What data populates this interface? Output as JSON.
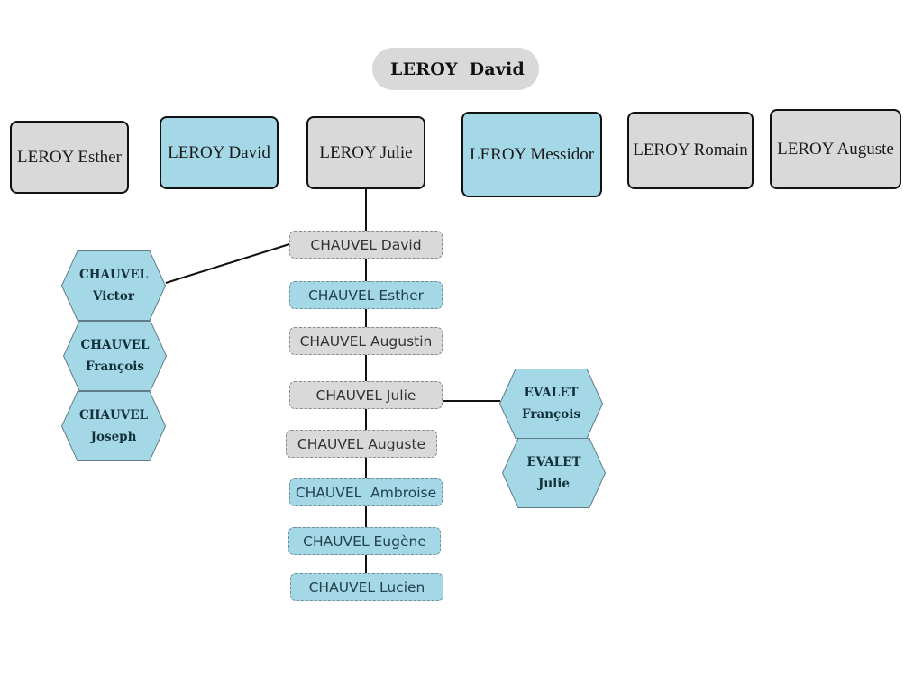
{
  "title": "LEROY  David",
  "colors": {
    "grey_fill": "#d9d9d9",
    "blue_fill": "#a5d8e7",
    "line": "#111111"
  },
  "parents": [
    {
      "label": "LEROY Esther",
      "color": "grey"
    },
    {
      "label": "LEROY David",
      "color": "blue"
    },
    {
      "label": "LEROY Julie",
      "color": "grey"
    },
    {
      "label": "LEROY Messidor",
      "color": "blue"
    },
    {
      "label": "LEROY Romain",
      "color": "grey"
    },
    {
      "label": "LEROY Auguste",
      "color": "grey"
    }
  ],
  "children": [
    {
      "label": "CHAUVEL David",
      "color": "grey"
    },
    {
      "label": "CHAUVEL Esther",
      "color": "blue"
    },
    {
      "label": "CHAUVEL Augustin",
      "color": "grey"
    },
    {
      "label": "CHAUVEL Julie",
      "color": "grey"
    },
    {
      "label": "CHAUVEL Auguste",
      "color": "grey"
    },
    {
      "label": "CHAUVEL  Ambroise",
      "color": "blue"
    },
    {
      "label": "CHAUVEL Eugène",
      "color": "blue"
    },
    {
      "label": "CHAUVEL Lucien",
      "color": "blue"
    }
  ],
  "left_hexes": [
    {
      "surname": "CHAUVEL",
      "given": "Victor"
    },
    {
      "surname": "CHAUVEL",
      "given": "François"
    },
    {
      "surname": "CHAUVEL",
      "given": "Joseph"
    }
  ],
  "right_hexes": [
    {
      "surname": "EVALET",
      "given": "François"
    },
    {
      "surname": "EVALET",
      "given": "Julie"
    }
  ]
}
